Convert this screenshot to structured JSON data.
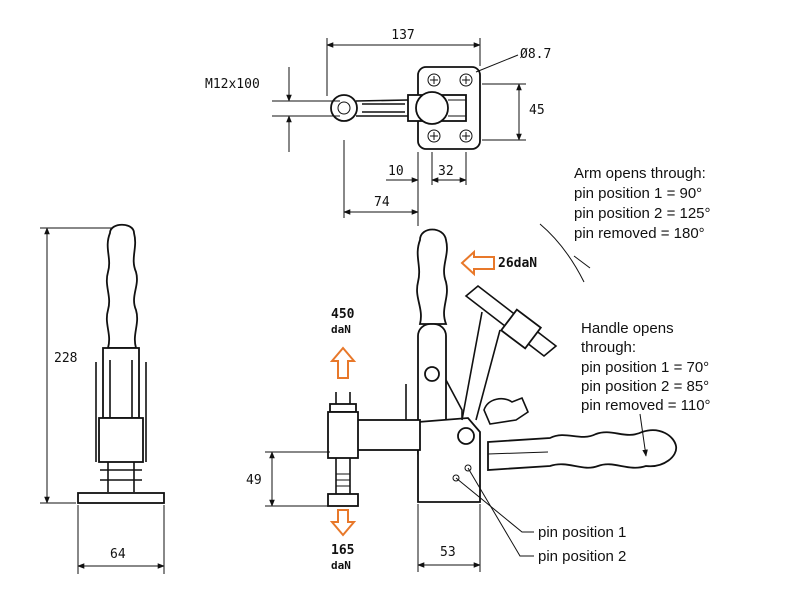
{
  "dimensions": {
    "top_width": "137",
    "hole_diameter": "Ø8.7",
    "thread": "M12x100",
    "base_height": "45",
    "offset_10": "10",
    "offset_32": "32",
    "offset_74": "74",
    "overall_height": "228",
    "base_width_64": "64",
    "spindle_height": "49",
    "base_width_53": "53"
  },
  "forces": {
    "hold_force_value": "450",
    "hold_force_unit": "daN",
    "release_force_value": "165",
    "release_force_unit": "daN",
    "handle_force": "26daN"
  },
  "arm_note": {
    "line1": "Arm opens through:",
    "line2": "pin position 1 = 90°",
    "line3": "pin position 2 = 125°",
    "line4": "pin removed  = 180°"
  },
  "handle_note": {
    "line1": "Handle opens",
    "line2": "through:",
    "line3": "pin position 1 = 70°",
    "line4": "pin position 2 = 85°",
    "line5": "pin removed  = 110°"
  },
  "pin_labels": {
    "pin1": "pin position 1",
    "pin2": "pin position 2"
  },
  "colors": {
    "line": "#111111",
    "force_arrow": "#e8782a"
  }
}
